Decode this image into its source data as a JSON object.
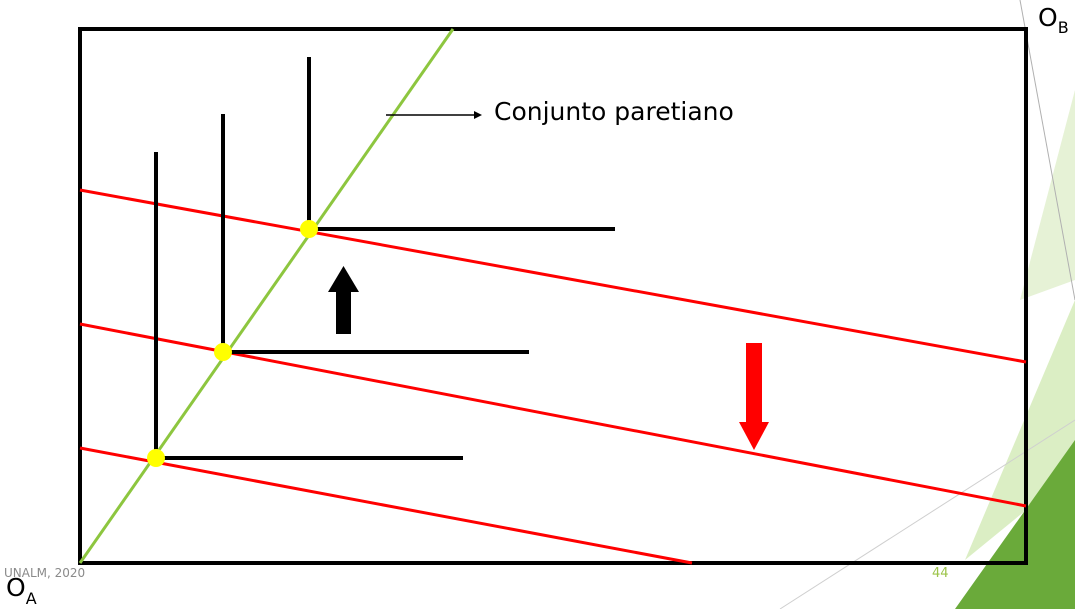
{
  "diagram": {
    "annotation": "Conjunto paretiano",
    "origin_a": {
      "letter": "O",
      "subscript": "A"
    },
    "origin_b": {
      "letter": "O",
      "subscript": "B"
    },
    "footer_text": "UNALM, 2020",
    "page_number": "44",
    "colors": {
      "contract_curve": "#8dc63f",
      "indifference_b": "#ff0000",
      "indifference_a": "#000000",
      "tangency_point": "#ffff00",
      "arrow_up": "#000000",
      "arrow_down": "#ff0000",
      "deco_light": "#dbeec4",
      "deco_dark": "#6aaa3a"
    },
    "tangency_point_count": 3
  }
}
